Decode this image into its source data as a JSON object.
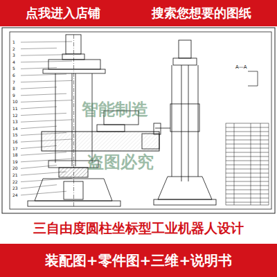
{
  "diagram": {
    "nodes": [
      {
        "text": [
          "点我进入店铺",
          "搜索您想要的图纸"
        ]
      },
      {
        "text": [
          "三自由度圆柱坐标型工业机器人设计"
        ]
      },
      {
        "text": [
          "装配图+零件图+三维+说明书"
        ]
      }
    ],
    "edges": [],
    "labels": [
      "智能制造",
      "盗图必究",
      "A—A",
      "1",
      "2",
      "3",
      "4",
      "5",
      "6",
      "7",
      "8",
      "9",
      "10",
      "11",
      "12",
      "13",
      "14",
      "15",
      "16",
      "17",
      "18",
      "19",
      "20",
      "21",
      "22",
      "23",
      "24"
    ]
  }
}
